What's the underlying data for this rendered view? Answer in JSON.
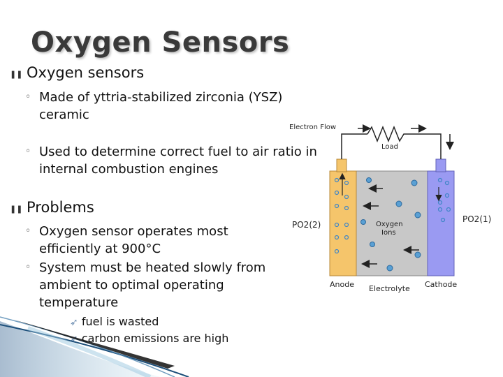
{
  "slide": {
    "title": "Oxygen Sensors"
  },
  "bullets": [
    {
      "text": "Oxygen sensors",
      "sub": [
        {
          "text": "Made of yttria-stabilized zirconia (YSZ) ceramic"
        },
        {
          "text": "Used to determine correct fuel to air ratio in internal combustion engines"
        }
      ]
    },
    {
      "text": "Problems",
      "sub": [
        {
          "text": "Oxygen sensor operates most efficiently at 900°C"
        },
        {
          "text": "System must be heated slowly from ambient to optimal operating temperature"
        }
      ],
      "subsub": [
        {
          "text": "fuel is wasted"
        },
        {
          "text": "carbon emissions are high"
        }
      ]
    }
  ],
  "diagram": {
    "electron_flow": "Electron Flow",
    "load": "Load",
    "po2_left": "PO2(2)",
    "po2_right": "PO2(1)",
    "oxygen_ions": "Oxygen Ions",
    "anode": "Anode",
    "electrolyte": "Electrolyte",
    "cathode": "Cathode"
  },
  "colors": {
    "anode": "#f5c56b",
    "electrolyte": "#c8c8c8",
    "cathode": "#9a9af2",
    "bubble": "#3f86c7"
  }
}
